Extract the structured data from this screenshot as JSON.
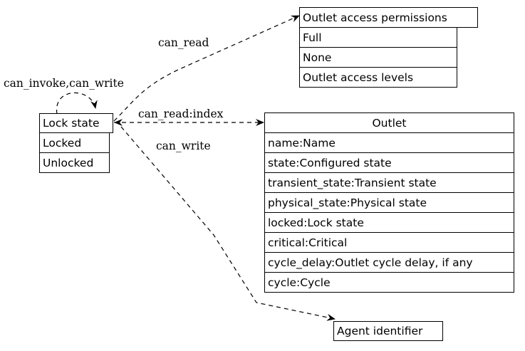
{
  "nodes": {
    "lock_state": {
      "title": "Lock state",
      "rows": [
        "Locked",
        "Unlocked"
      ]
    },
    "outlet_access_permissions": {
      "title": "Outlet access permissions",
      "rows": [
        "Full",
        "None",
        "Outlet access levels"
      ]
    },
    "outlet": {
      "title": "Outlet",
      "rows": [
        "name:Name",
        "state:Configured state",
        "transient_state:Transient state",
        "physical_state:Physical state",
        "locked:Lock state",
        "critical:Critical",
        "cycle_delay:Outlet cycle delay, if any",
        "cycle:Cycle"
      ]
    },
    "agent_identifier": {
      "title": "Agent identifier",
      "rows": []
    }
  },
  "edges": {
    "self_loop": "can_invoke,can_write",
    "to_permissions": "can_read",
    "to_outlet": "can_read:index",
    "to_agent": "can_write"
  }
}
